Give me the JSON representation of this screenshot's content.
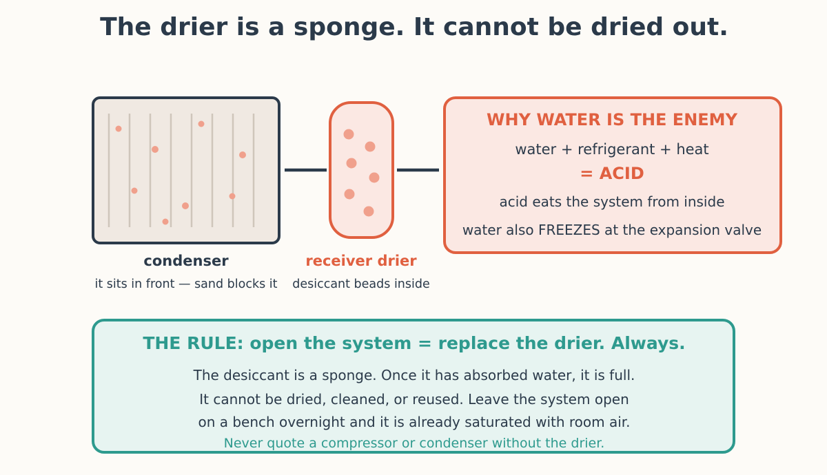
{
  "title": "The drier is a sponge. It cannot be dried out.",
  "condenser": {
    "label": "condenser",
    "caption": "it sits in front — sand blocks it"
  },
  "drier": {
    "label": "receiver drier",
    "caption": "desiccant beads inside"
  },
  "enemy_box": {
    "heading": "WHY WATER IS THE ENEMY",
    "line1": "water + refrigerant + heat",
    "line2": "= ACID",
    "line3": "acid eats the system from inside",
    "line4": "water also FREEZES at the expansion valve"
  },
  "rule_box": {
    "heading": "THE RULE: open the system = replace the drier. Always.",
    "line1": "The desiccant is a sponge. Once it has absorbed water, it is full.",
    "line2": "It cannot be dried, cleaned, or reused. Leave the system open",
    "line3": "on a bench overnight and it is already saturated with room air.",
    "line4": "Never quote a compressor or condenser without the drier."
  },
  "colors": {
    "navy": "#2b3a4a",
    "orange": "#e06040",
    "orange_fill": "#fbe8e3",
    "teal": "#2e9a8e",
    "teal_fill": "#e7f4f1",
    "sand": "#f0e9e2",
    "fin": "#cfc6bb",
    "dot": "#f0a08c"
  }
}
